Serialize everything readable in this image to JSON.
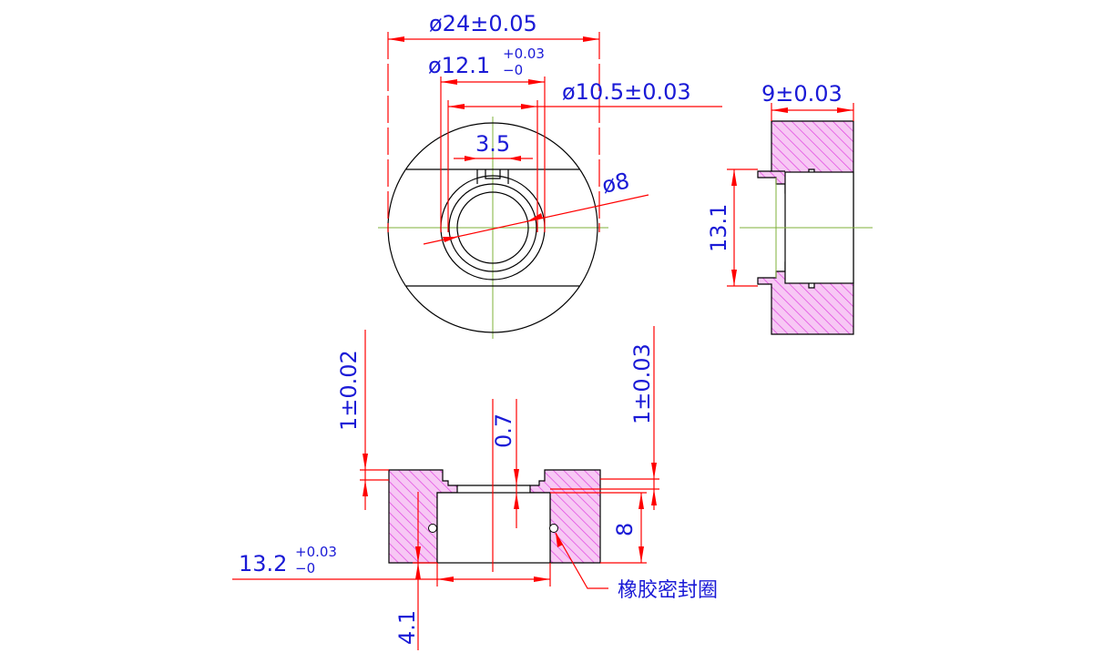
{
  "colors": {
    "dimension_line": "#ff0000",
    "dimension_text": "#1a1ad6",
    "outline": "#000000",
    "centerline": "#7fb03a",
    "section_hatch": "#e040e0",
    "section_fill": "#f7c8f4"
  },
  "top_view": {
    "dim_outer_dia": "ø24±0.05",
    "dim_bore_dia_base": "ø12.1",
    "dim_bore_dia_upper": "+0.03",
    "dim_bore_dia_lower": "−0",
    "dim_inner_dia": "ø10.5±0.03",
    "dim_slot_width": "3.5",
    "dim_small_dia": "ø8"
  },
  "side_view": {
    "dim_thickness": "9±0.03",
    "dim_height": "13.1"
  },
  "section_view": {
    "dim_left_step": "1±0.02",
    "dim_right_step": "1±0.03",
    "dim_groove": "0.7",
    "dim_depth": "8",
    "dim_bottom_dia_base": "13.2",
    "dim_bottom_dia_upper": "+0.03",
    "dim_bottom_dia_lower": "−0",
    "dim_wall": "4.1",
    "label_rubber_seal": "橡胶密封圈"
  }
}
